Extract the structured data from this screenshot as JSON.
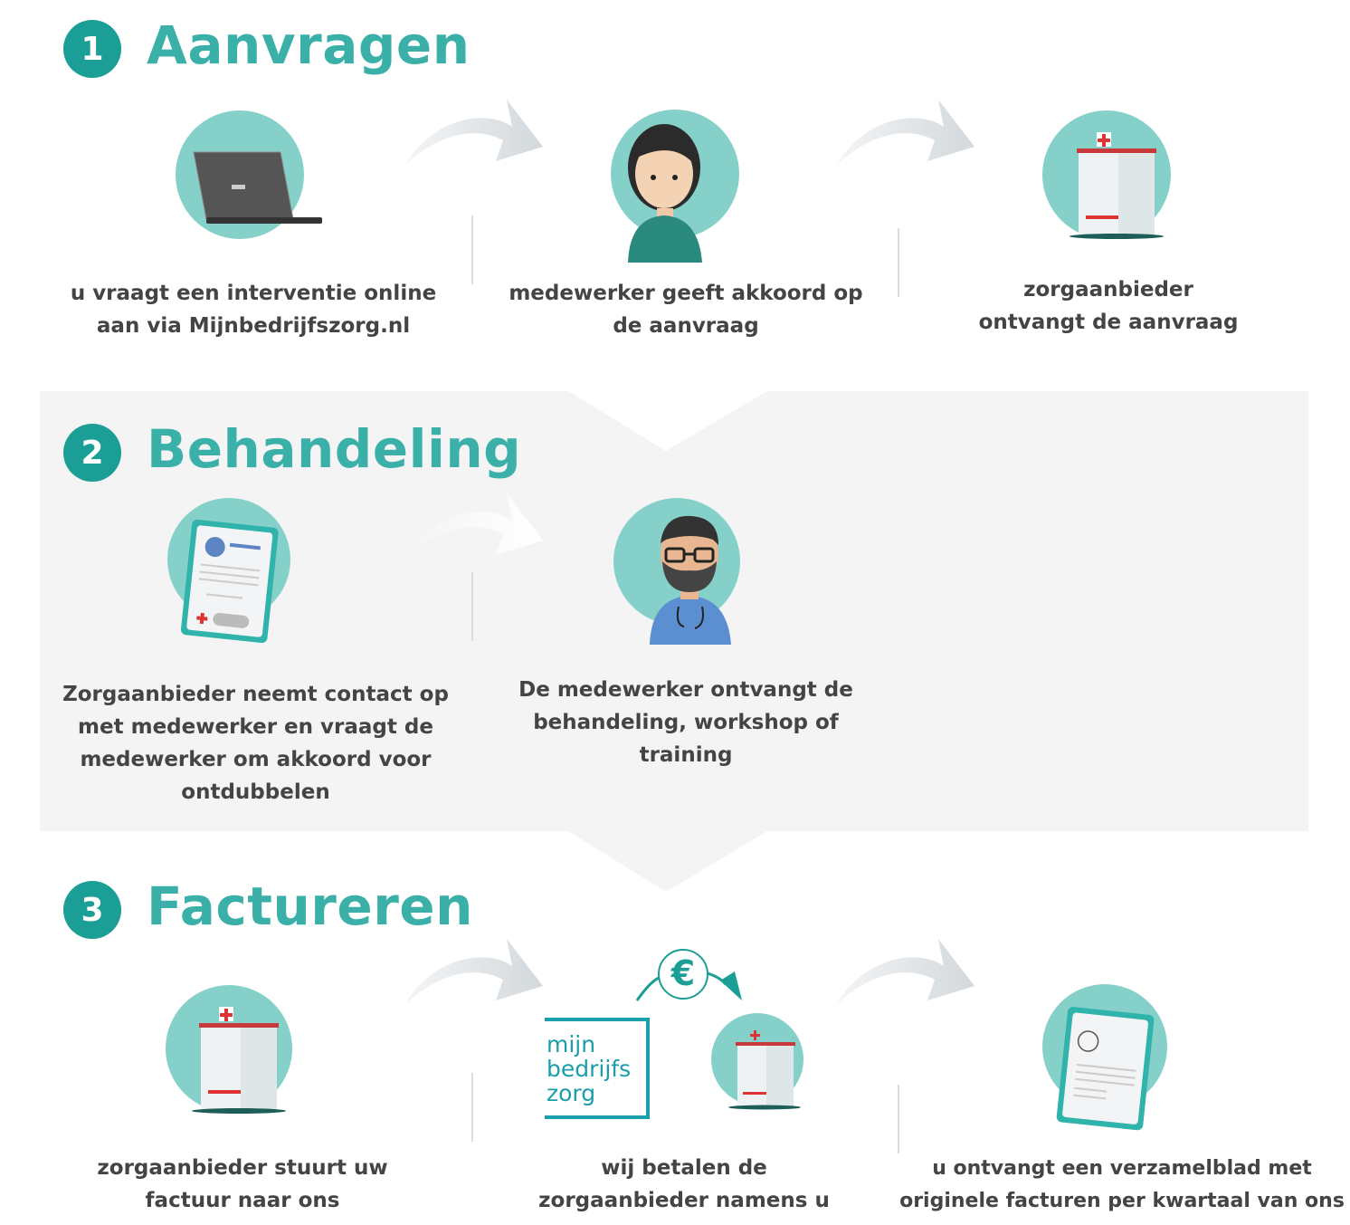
{
  "colors": {
    "accent": "#1a9e96",
    "heading": "#3ab0a8",
    "icon_circle": "#86d0ca",
    "panel": "#f4f4f4"
  },
  "sections": [
    {
      "number": "1",
      "title": "Aanvragen",
      "steps": [
        {
          "icon": "laptop-icon",
          "text_lines": [
            "u vraagt een interventie online",
            "aan via Mijnbedrijfszorg.nl"
          ]
        },
        {
          "icon": "employee-icon",
          "text_lines": [
            "medewerker geeft akkoord op",
            "de aanvraag"
          ]
        },
        {
          "icon": "hospital-icon",
          "text_lines": [
            "zorgaanbieder",
            "ontvangt de aanvraag"
          ]
        }
      ]
    },
    {
      "number": "2",
      "title": "Behandeling",
      "steps": [
        {
          "icon": "medical-form-icon",
          "text_lines": [
            "Zorgaanbieder neemt contact op",
            "met medewerker en vraagt de",
            "medewerker om akkoord voor",
            "ontdubbelen"
          ]
        },
        {
          "icon": "doctor-icon",
          "text_lines": [
            "De medewerker ontvangt de",
            "behandeling, workshop of",
            "training"
          ]
        }
      ]
    },
    {
      "number": "3",
      "title": "Factureren",
      "steps": [
        {
          "icon": "hospital-icon",
          "text_lines": [
            "zorgaanbieder stuurt uw",
            "factuur naar ons"
          ]
        },
        {
          "icon": "payment-icon",
          "logo_lines": [
            "mijn",
            "bedrijfs",
            "zorg"
          ],
          "currency": "€",
          "text_lines": [
            "wij betalen de",
            "zorgaanbieder namens u"
          ]
        },
        {
          "icon": "invoice-icon",
          "text_lines": [
            "u ontvangt een verzamelblad met",
            "originele facturen per kwartaal van ons"
          ]
        }
      ]
    }
  ]
}
